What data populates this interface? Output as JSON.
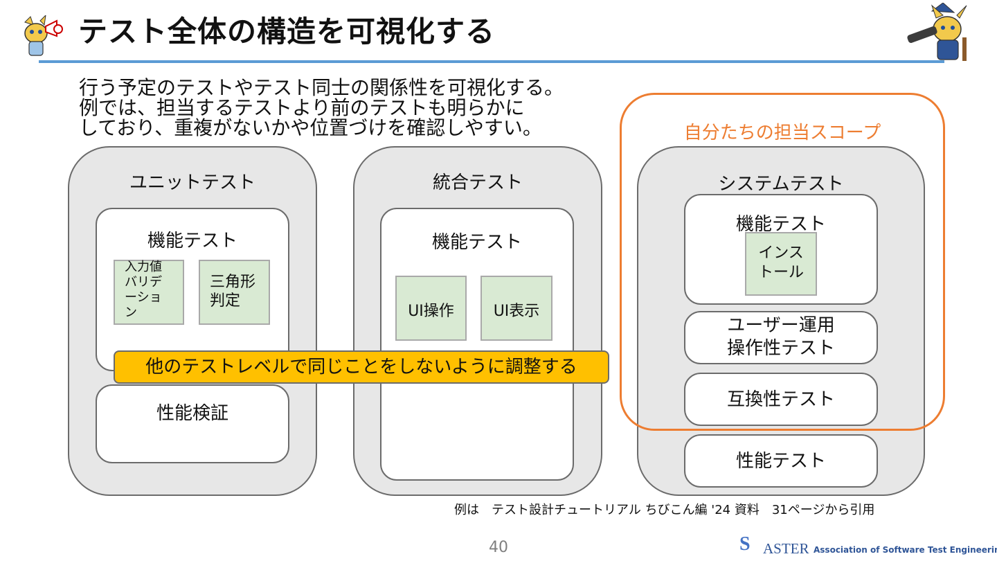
{
  "title": "テスト全体の構造を可視化する",
  "intro": "行う予定のテストやテスト同士の関係性を可視化する。\n例では、担当するテストより前のテストも明らかに\nしており、重複がないかや位置づけを確認しやすい。",
  "scope_label": "自分たちの担当スコープ",
  "banner": "他のテストレベルで同じことをしないように調整する",
  "columns": {
    "unit": {
      "label": "ユニットテスト",
      "functional_label": "機能テスト",
      "item1": "入力値\nバリデ\nーショ\nン",
      "item2": "三角形\n判定",
      "performance_label": "性能検証"
    },
    "integration": {
      "label": "統合テスト",
      "functional_label": "機能テスト",
      "item1": "UI操作",
      "item2": "UI表示"
    },
    "system": {
      "label": "システムテスト",
      "functional_label": "機能テスト",
      "install": "インス\nトール",
      "usability": "ユーザー運用\n操作性テスト",
      "compat": "互換性テスト",
      "performance": "性能テスト"
    }
  },
  "citation": "例は　テスト設計チュートリアル ちびこん編 '24 資料　31ページから引用",
  "page_number": "40",
  "logo": {
    "mark": "S",
    "word": "ASTER",
    "full": "Association of Software Test Engineering"
  },
  "colors": {
    "accent_blue": "#5b9bd5",
    "scope_orange": "#ed7d31",
    "banner_yellow": "#ffc000",
    "item_green": "#d9ead3"
  },
  "icons": [
    "mascot-megaphone-icon",
    "mascot-telescope-icon"
  ]
}
